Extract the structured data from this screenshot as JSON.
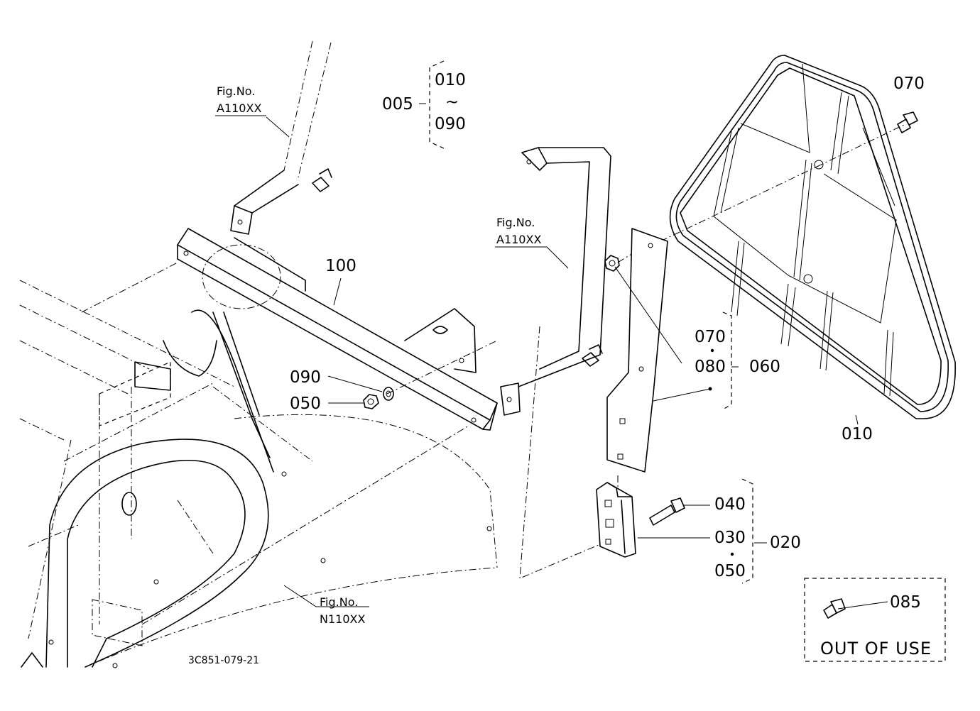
{
  "labels": {
    "fig_a110_top": {
      "line1": "Fig.No.",
      "line2": "A110XX"
    },
    "fig_a110_mid": {
      "line1": "Fig.No.",
      "line2": "A110XX"
    },
    "fig_n110": {
      "line1": "Fig.No.",
      "line2": "N110XX"
    },
    "assembly_005": "005",
    "range_start": "010",
    "range_tilde": "~",
    "range_end": "090",
    "part_100": "100",
    "part_090": "090",
    "part_050_left": "050",
    "part_070_top": "070",
    "part_070_mid": "070",
    "part_080": "080",
    "part_060": "060",
    "part_010": "010",
    "part_040": "040",
    "part_030": "030",
    "part_050_right": "050",
    "part_020": "020",
    "part_085": "085",
    "out_of_use": "OUT OF USE",
    "drawing_id": "3C851-079-21"
  }
}
